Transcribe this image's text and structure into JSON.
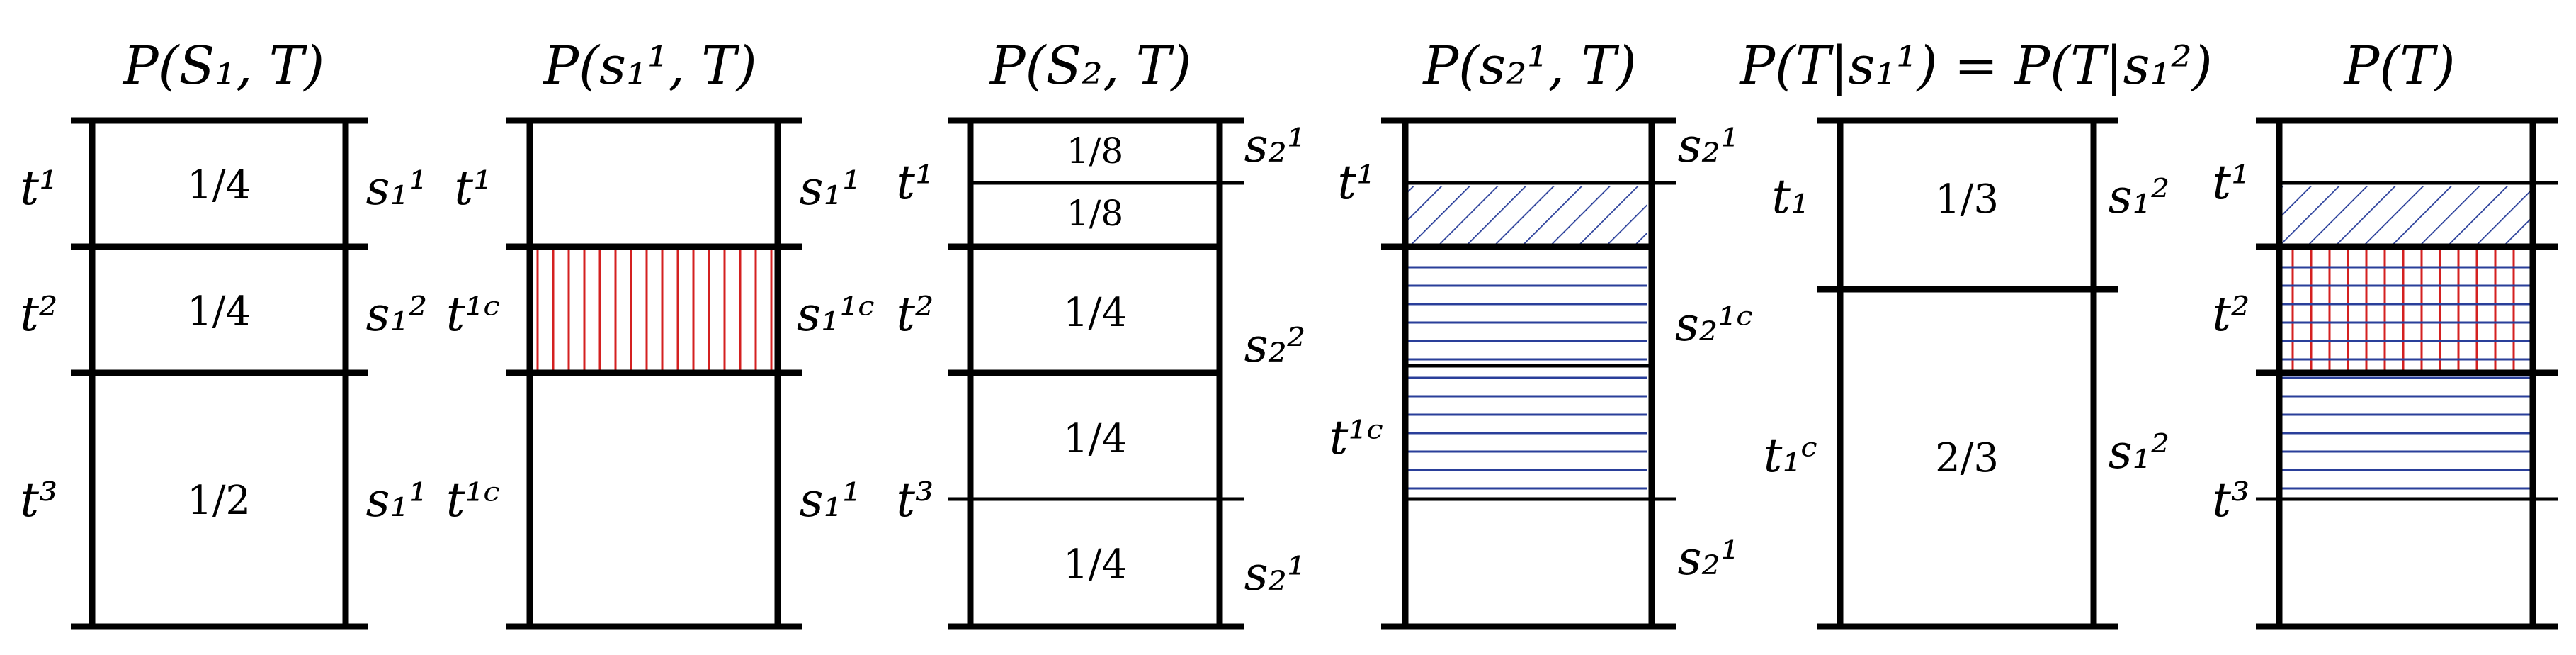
{
  "colors": {
    "ink": "#000000",
    "red_hatch": "#d42020",
    "blue_hatch": "#2a3f9a"
  },
  "panels": [
    {
      "title": "P(S₁, T)",
      "cells": [
        "1/4",
        "1/4",
        "1/2"
      ],
      "left_labels": [
        "t¹",
        "t²",
        "t³"
      ],
      "right_labels": [
        "s₁¹",
        "s₁²",
        "s₁¹"
      ]
    },
    {
      "title": "P(s₁¹, T)",
      "left_labels": [
        "t¹",
        "t¹ᶜ",
        "t¹ᶜ"
      ],
      "right_labels": [
        "s₁¹",
        "s₁¹ᶜ",
        "s₁¹"
      ],
      "shading": "vertical red hatch on t² row"
    },
    {
      "title": "P(S₂, T)",
      "cells": [
        "1/8",
        "1/8",
        "1/4",
        "1/4",
        "1/4"
      ],
      "left_labels": [
        "t¹",
        "t²",
        "t³"
      ],
      "right_labels": [
        "s₂¹",
        "s₂²",
        "s₂¹"
      ]
    },
    {
      "title": "P(s₂¹, T)",
      "left_labels": [
        "t¹",
        "t¹ᶜ"
      ],
      "right_labels": [
        "s₂¹",
        "s₂¹ᶜ",
        "s₂¹"
      ],
      "shading": "diagonal blue hatch on lower half of t¹; horizontal blue lines on t² and upper t³ rows"
    },
    {
      "title": "P(T|s₁¹) = P(T|s₁²)",
      "cells": [
        "1/3",
        "2/3"
      ],
      "left_labels": [
        "t₁",
        "t₁ᶜ"
      ],
      "right_labels": [
        "s₁²",
        "s₁²"
      ]
    },
    {
      "title": "P(T)",
      "left_labels": [
        "t¹",
        "t²",
        "t³"
      ],
      "shading": "diagonal blue on t¹ lower half, red/blue grid on t², horizontal blue on upper t³"
    }
  ]
}
